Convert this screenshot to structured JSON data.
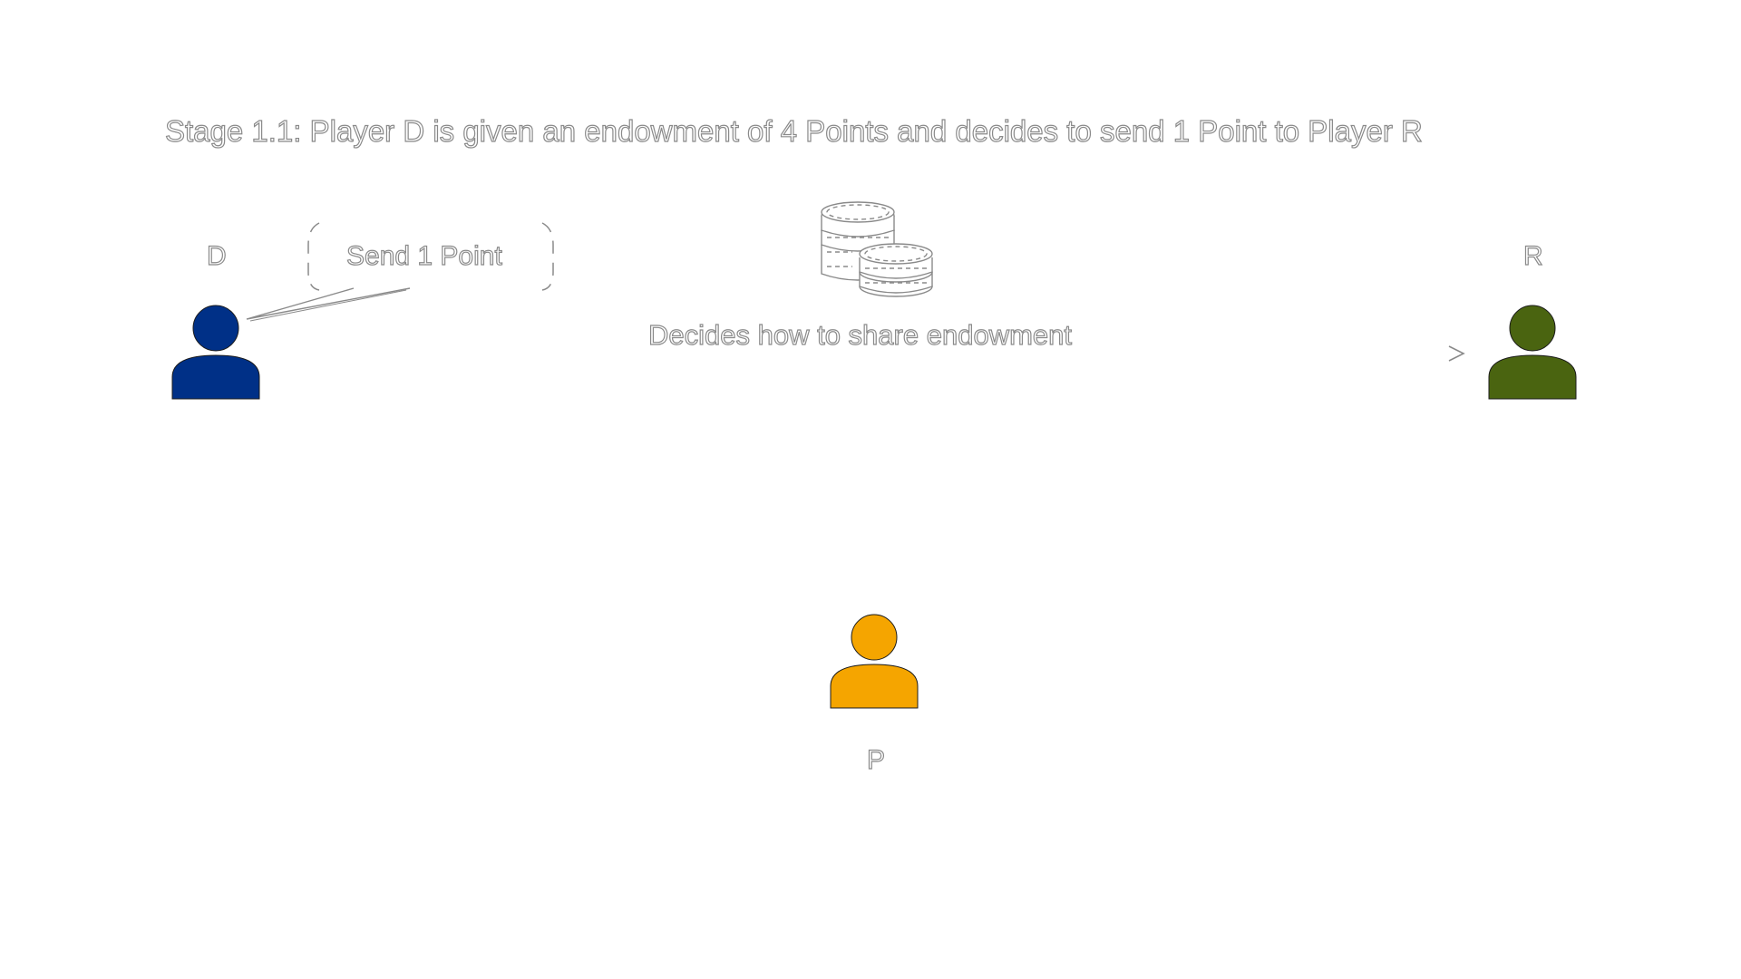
{
  "title": "Stage 1.1: Player D is given an endowment of 4 Points and decides to send 1 Point to Player R",
  "players": {
    "d": {
      "label": "D",
      "color": "#003087"
    },
    "r": {
      "label": "R",
      "color": "#4a6410"
    },
    "p": {
      "label": "P",
      "color": "#f5a500"
    }
  },
  "speech_bubble": {
    "text": "Send 1 Point"
  },
  "caption": "Decides how to share endowment",
  "icons": {
    "coins": "coins-stack-icon",
    "arrow": "arrowhead-icon",
    "person": "person-icon"
  }
}
